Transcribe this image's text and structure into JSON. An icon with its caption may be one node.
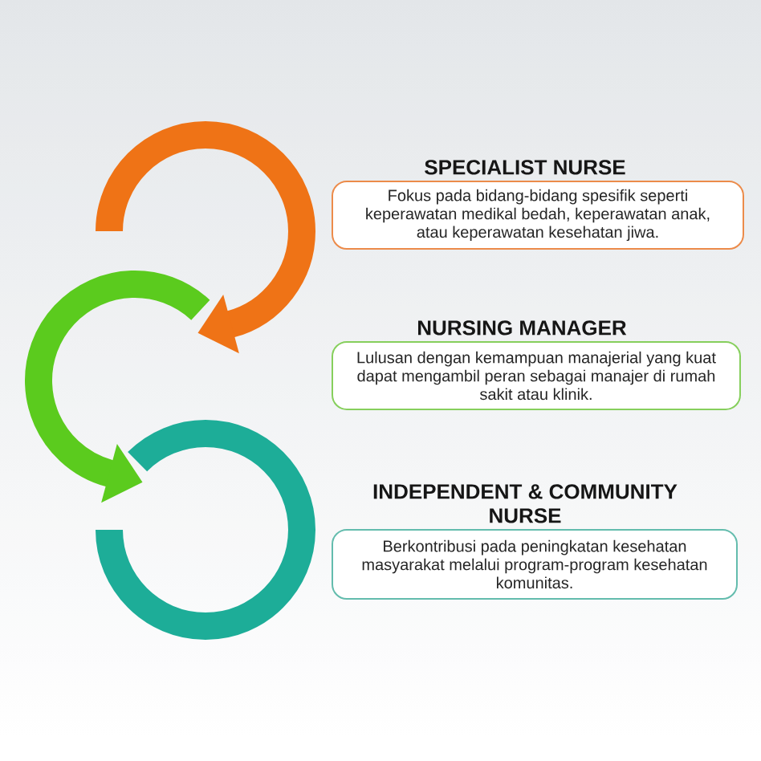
{
  "diagram": {
    "nodes": [
      {
        "text": [
          "SPECIALIST NURSE",
          "Fokus pada bidang-bidang spesifik seperti keperawatan medikal bedah, keperawatan anak, atau keperawatan kesehatan jiwa."
        ]
      },
      {
        "text": [
          "NURSING MANAGER",
          "Lulusan dengan kemampuan manajerial yang kuat dapat mengambil peran sebagai manajer di rumah sakit atau klinik."
        ]
      },
      {
        "text": [
          "INDEPENDENT & COMMUNITY NURSE",
          "Berkontribusi pada peningkatan kesehatan masyarakat melalui program-program kesehatan komunitas."
        ]
      }
    ]
  }
}
